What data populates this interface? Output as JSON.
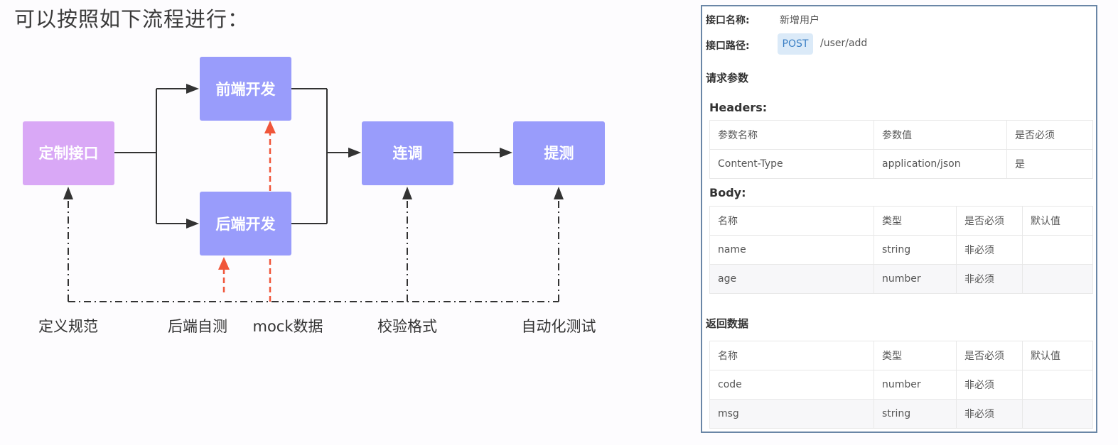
{
  "heading": "可以按照如下流程进行：",
  "diagram": {
    "nodes": {
      "define": "定制接口",
      "frontend": "前端开发",
      "backend": "后端开发",
      "integrate": "连调",
      "test": "提测"
    },
    "bottom_labels": {
      "spec": "定义规范",
      "selftest": "后端自测",
      "mock": "mock数据",
      "validate": "校验格式",
      "autotest": "自动化测试"
    },
    "colors": {
      "node_purple": "#999cfb",
      "node_pink": "#d9a8f6",
      "arrow_black": "#333333",
      "arrow_red": "#f0563a"
    }
  },
  "api_panel": {
    "name_label": "接口名称:",
    "name_value": "新增用户",
    "path_label": "接口路径:",
    "method": "POST",
    "path": "/user/add",
    "request_title": "请求参数",
    "headers_title": "Headers:",
    "headers_table": {
      "columns": [
        "参数名称",
        "参数值",
        "是否必须"
      ],
      "rows": [
        [
          "Content-Type",
          "application/json",
          "是"
        ]
      ]
    },
    "body_title": "Body:",
    "body_table": {
      "columns": [
        "名称",
        "类型",
        "是否必须",
        "默认值"
      ],
      "rows": [
        [
          "name",
          "string",
          "非必须",
          ""
        ],
        [
          "age",
          "number",
          "非必须",
          ""
        ]
      ]
    },
    "response_title": "返回数据",
    "response_table": {
      "columns": [
        "名称",
        "类型",
        "是否必须",
        "默认值"
      ],
      "rows": [
        [
          "code",
          "number",
          "非必须",
          ""
        ],
        [
          "msg",
          "string",
          "非必须",
          ""
        ]
      ]
    }
  }
}
